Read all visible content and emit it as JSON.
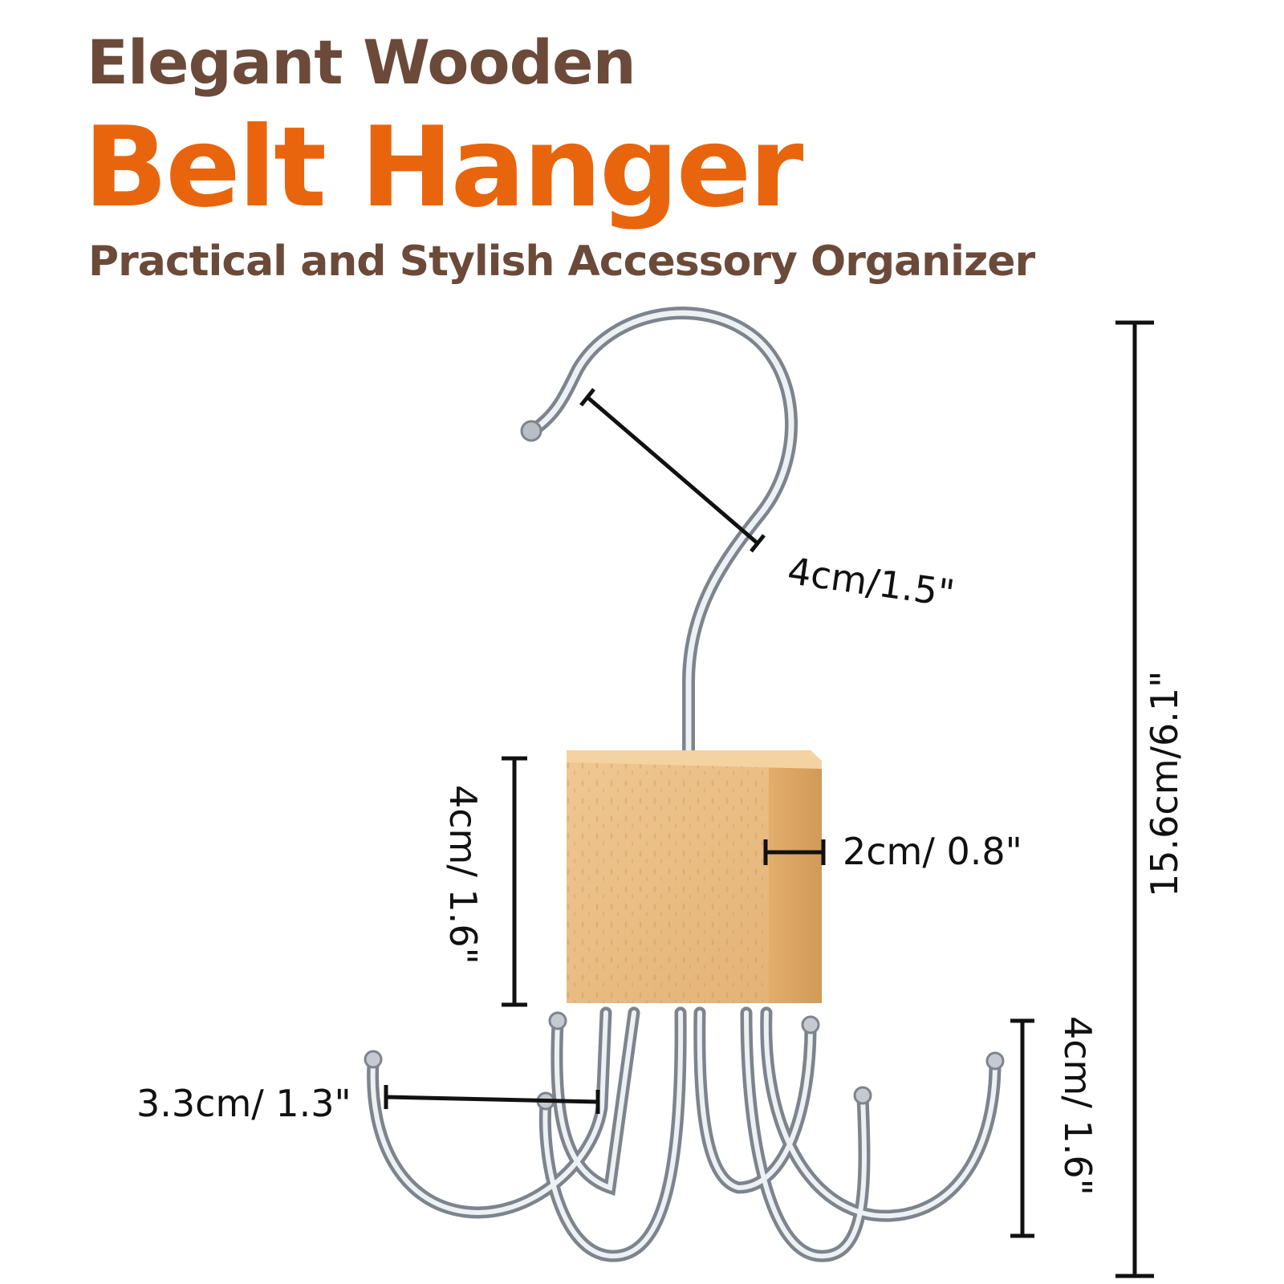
{
  "header": {
    "line1": "Elegant Wooden",
    "line2": "Belt Hanger",
    "subtitle": "Practical and Stylish Accessory Organizer"
  },
  "dimensions": {
    "hook_opening": "4cm/1.5\"",
    "block_height": "4cm/ 1.6\"",
    "block_thickness": "2cm/ 0.8\"",
    "total_height": "15.6cm/6.1\"",
    "arm_reach": "3.3cm/ 1.3\"",
    "arm_depth": "4cm/ 1.6\""
  },
  "colors": {
    "brown": "#6b4a3a",
    "orange": "#e8650e",
    "wood": "#e9bd85",
    "metal": "#c9cdd3"
  }
}
